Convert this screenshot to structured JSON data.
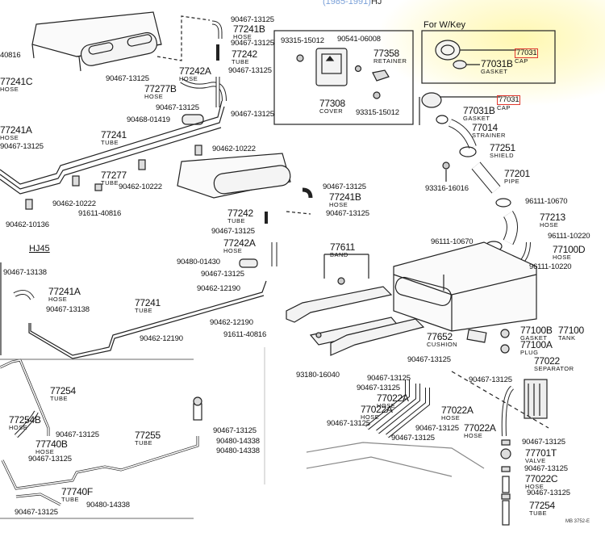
{
  "header": {
    "year_range": "(1985-1991)",
    "suffix": "HJ"
  },
  "inset_key": {
    "title": "For W/Key"
  },
  "section_hj45": {
    "title": "HJ45"
  },
  "figure_ref": "MB 3752-E",
  "labels": {
    "l1": {
      "num": "40816"
    },
    "l2": {
      "num": "77241C",
      "name": "HOSE"
    },
    "l3": {
      "num": "77241A",
      "name": "HOSE"
    },
    "l4": {
      "num": "90467-13125"
    },
    "l5": {
      "num": "90467-13125"
    },
    "l6": {
      "num": "77241B",
      "name": "HOSE"
    },
    "l7": {
      "num": "90467-13125"
    },
    "l8": {
      "num": "77242",
      "name": "TUBE"
    },
    "l9": {
      "num": "77242A",
      "name": "HOSE"
    },
    "l10": {
      "num": "90467-13125"
    },
    "l11": {
      "num": "90467-13125"
    },
    "l12": {
      "num": "77277B",
      "name": "HOSE"
    },
    "l13": {
      "num": "90467-13125"
    },
    "l14": {
      "num": "90467-13125"
    },
    "l15": {
      "num": "90468-01419"
    },
    "l16": {
      "num": "77241",
      "name": "TUBE"
    },
    "l17": {
      "num": "90462-10222"
    },
    "l18": {
      "num": "77277",
      "name": "TUBE"
    },
    "l19": {
      "num": "90462-10222"
    },
    "l20": {
      "num": "90462-10222"
    },
    "l21": {
      "num": "91611-40816"
    },
    "l22": {
      "num": "90462-10136"
    },
    "l23": {
      "num": "93315-15012"
    },
    "l24": {
      "num": "90541-06008"
    },
    "l25": {
      "num": "77358",
      "name": "RETAINER"
    },
    "l26": {
      "num": "77308",
      "name": "COVER"
    },
    "l27": {
      "num": "93315-15012"
    },
    "l28": {
      "num": "77031",
      "name": "CAP"
    },
    "l29": {
      "num": "77031B",
      "name": "GASKET"
    },
    "l30": {
      "num": "77031",
      "name": "CAP"
    },
    "l31": {
      "num": "77031B",
      "name": "GASKET"
    },
    "l32": {
      "num": "77014",
      "name": "STRAINER"
    },
    "l33": {
      "num": "77251",
      "name": "SHIELD"
    },
    "l34": {
      "num": "77201",
      "name": "PIPE"
    },
    "l35": {
      "num": "93316-16016"
    },
    "l36": {
      "num": "96111-10670"
    },
    "l37": {
      "num": "77213",
      "name": "HOSE"
    },
    "l38": {
      "num": "96111-10220"
    },
    "l39": {
      "num": "96111-10670"
    },
    "l40": {
      "num": "77100D",
      "name": "HOSE"
    },
    "l41": {
      "num": "96111-10220"
    },
    "l42": {
      "num": "90467-13125"
    },
    "l43": {
      "num": "77241B",
      "name": "HOSE"
    },
    "l44": {
      "num": "90467-13125"
    },
    "l45": {
      "num": "77242",
      "name": "TUBE"
    },
    "l46": {
      "num": "90467-13125"
    },
    "l47": {
      "num": "77242A",
      "name": "HOSE"
    },
    "l48": {
      "num": "90480-01430"
    },
    "l49": {
      "num": "90467-13125"
    },
    "l50": {
      "num": "90462-12190"
    },
    "l51": {
      "num": "77611",
      "name": "BAND"
    },
    "l52": {
      "num": "90467-13138"
    },
    "l53": {
      "num": "77241A",
      "name": "HOSE"
    },
    "l54": {
      "num": "90467-13138"
    },
    "l55": {
      "num": "77241",
      "name": "TUBE"
    },
    "l56": {
      "num": "90462-12190"
    },
    "l57": {
      "num": "91611-40816"
    },
    "l58": {
      "num": "90462-12190"
    },
    "l59": {
      "num": "77652",
      "name": "CUSHION"
    },
    "l60": {
      "num": "77100B",
      "name": "GASKET"
    },
    "l61": {
      "num": "77100",
      "name": "TANK"
    },
    "l62": {
      "num": "77100A",
      "name": "PLUG"
    },
    "l63": {
      "num": "93180-16040"
    },
    "l64": {
      "num": "90467-13125"
    },
    "l65": {
      "num": "90467-13125"
    },
    "l66": {
      "num": "90467-13125"
    },
    "l67": {
      "num": "77022",
      "name": "SEPARATOR"
    },
    "l68": {
      "num": "77022A",
      "name": "HOSE"
    },
    "l69": {
      "num": "77022A",
      "name": "HOSE"
    },
    "l70": {
      "num": "77022A",
      "name": "HOSE"
    },
    "l71": {
      "num": "77022A",
      "name": "HOSE"
    },
    "l72": {
      "num": "90467-13125"
    },
    "l73": {
      "num": "90467-13125"
    },
    "l74": {
      "num": "90467-13125"
    },
    "l75": {
      "num": "90467-13125"
    },
    "l76": {
      "num": "77701T",
      "name": "VALVE"
    },
    "l77": {
      "num": "90467-13125"
    },
    "l78": {
      "num": "77022C",
      "name": "HOSE"
    },
    "l79": {
      "num": "90467-13125"
    },
    "l80": {
      "num": "77254",
      "name": "TUBE"
    },
    "l81": {
      "num": "77254",
      "name": "TUBE"
    },
    "l82": {
      "num": "77254B",
      "name": "HOSE"
    },
    "l83": {
      "num": "90467-13125"
    },
    "l84": {
      "num": "77740B",
      "name": "HOSE"
    },
    "l85": {
      "num": "90467-13125"
    },
    "l86": {
      "num": "77255",
      "name": "TUBE"
    },
    "l87": {
      "num": "90467-13125"
    },
    "l88": {
      "num": "90480-14338"
    },
    "l89": {
      "num": "90480-14338"
    },
    "l90": {
      "num": "77740F",
      "name": "TUBE"
    },
    "l91": {
      "num": "90480-14338"
    },
    "l92": {
      "num": "90467-13125"
    }
  }
}
